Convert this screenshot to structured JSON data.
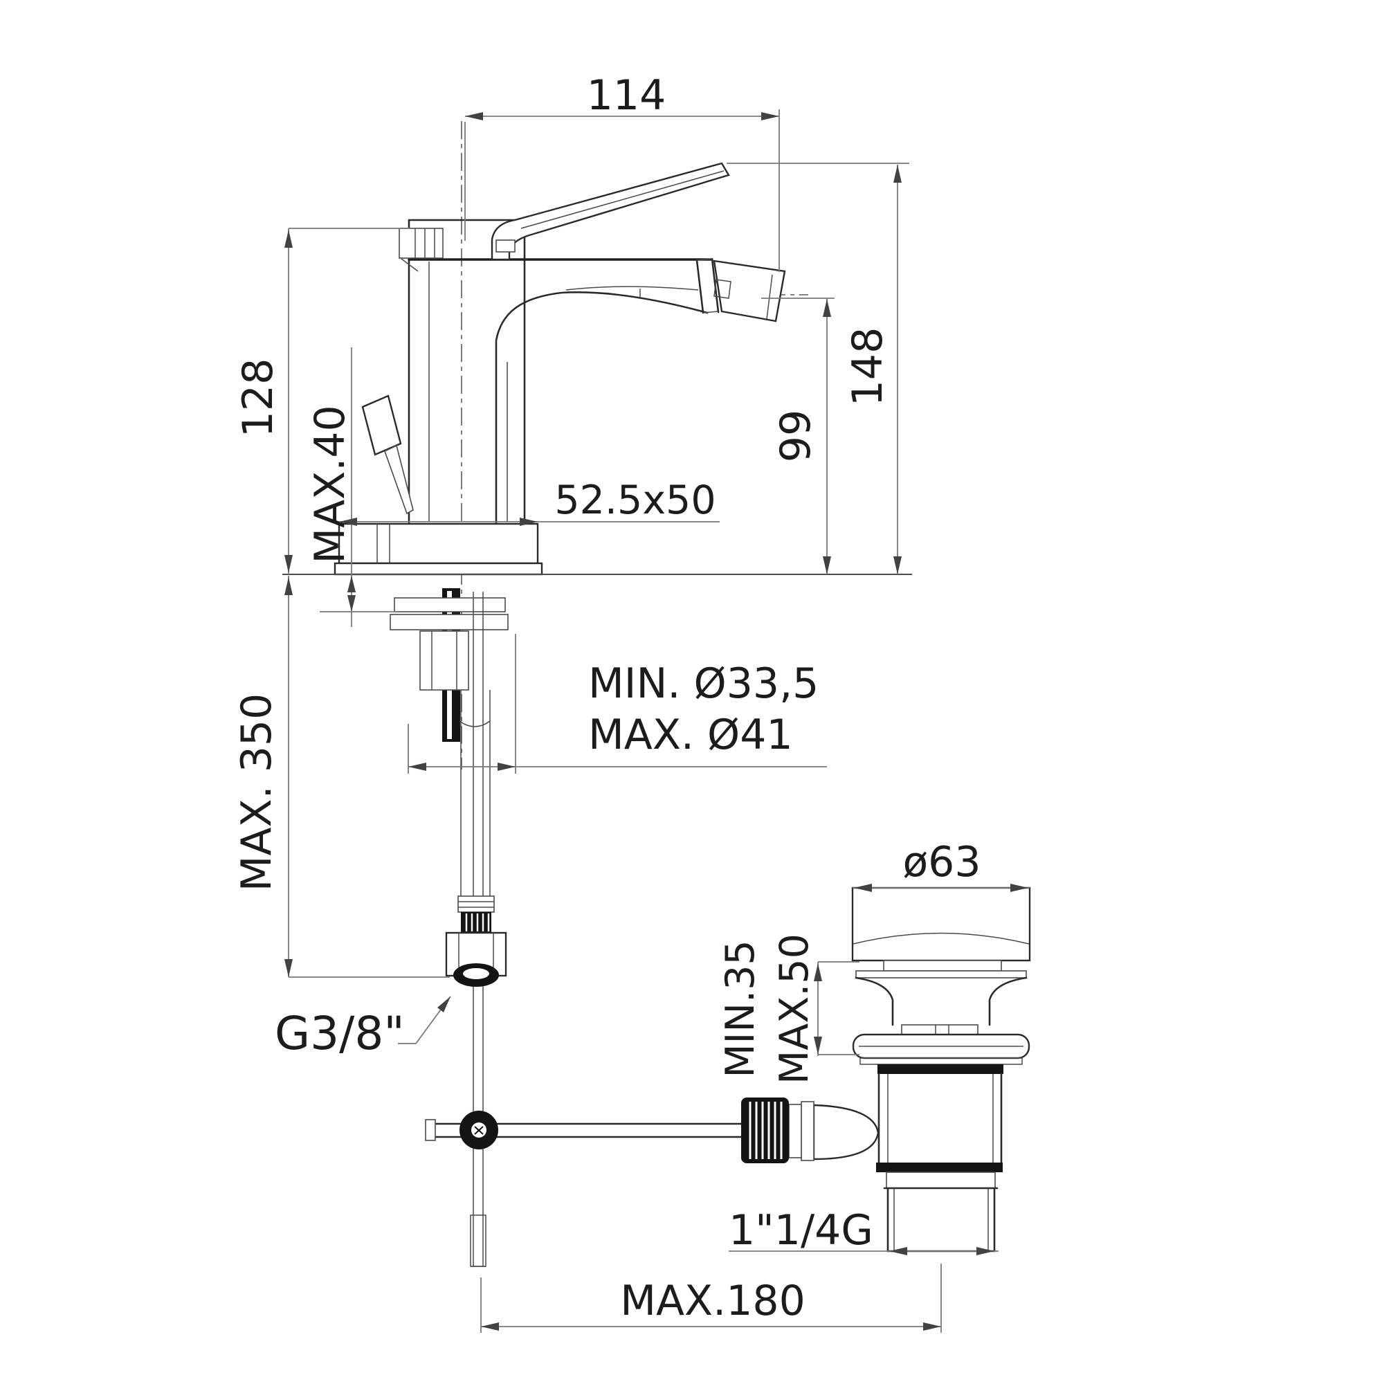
{
  "drawing": {
    "type": "bidet-mixer-installation-drawing",
    "dims": {
      "spout_reach": "114",
      "height_to_handle_base": "128",
      "deck_thickness_max": "MAX.40",
      "height_total": "148",
      "height_outlet": "99",
      "base_plate_size": "52.5x50",
      "hole_min": "MIN. Ø33,5",
      "hole_max": "MAX. Ø41",
      "supply_hose_max": "MAX. 350",
      "supply_thread": "G3/8\"",
      "waste_cap_diameter": "ø63",
      "basin_thickness_min": "MIN.35",
      "basin_thickness_max": "MAX.50",
      "waste_thread": "1\"1/4G",
      "popup_rod_reach_max": "MAX.180"
    }
  }
}
